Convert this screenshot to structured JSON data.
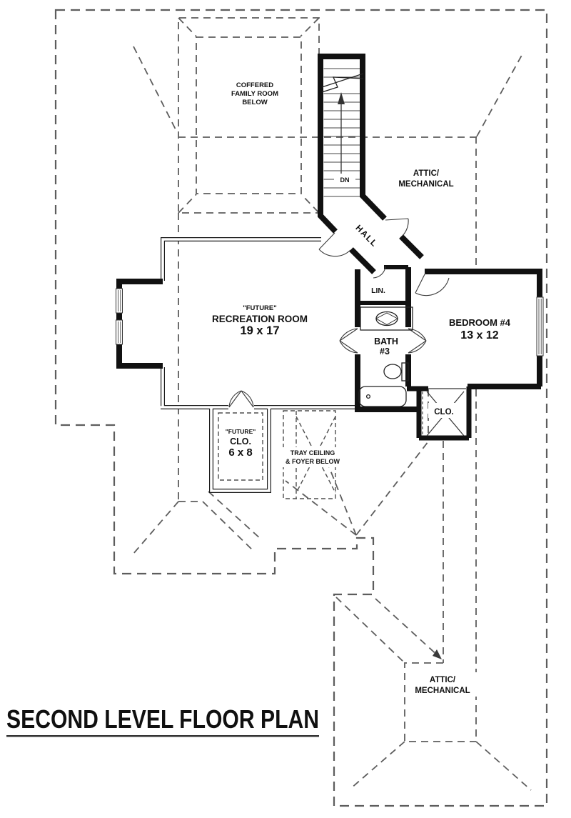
{
  "title": {
    "text": "SECOND LEVEL FLOOR PLAN"
  },
  "labels": {
    "coffered_family_room": {
      "line1": "COFFERED",
      "line2": "FAMILY ROOM",
      "line3": "BELOW"
    },
    "attic_mechanical_top": {
      "line1": "ATTIC/",
      "line2": "MECHANICAL"
    },
    "hall": "HALL",
    "stairs_direction": "DN",
    "linen_closet": "LIN.",
    "recreation_room": {
      "qualifier": "\"FUTURE\"",
      "name": "RECREATION ROOM",
      "dimensions": "19 x 17"
    },
    "bath3": {
      "name": "BATH",
      "number": "#3"
    },
    "bedroom4": {
      "name": "BEDROOM #4",
      "dimensions": "13 x 12"
    },
    "bedroom4_closet": "CLO.",
    "future_closet": {
      "qualifier": "\"FUTURE\"",
      "name": "CLO.",
      "dimensions": "6 x 8"
    },
    "tray_ceiling": {
      "line1": "TRAY CEILING",
      "line2": "& FOYER BELOW"
    },
    "attic_mechanical_bottom": {
      "line1": "ATTIC/",
      "line2": "MECHANICAL"
    }
  },
  "colors": {
    "wall": "#111111",
    "dashed_line": "#5d5d5d",
    "text": "#101010",
    "background": "#ffffff"
  }
}
